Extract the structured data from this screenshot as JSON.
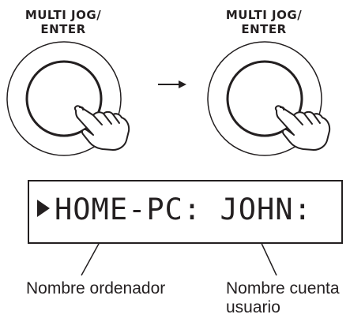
{
  "knob_left": {
    "label_line1": "MULTI JOG/",
    "label_line2": "ENTER"
  },
  "knob_right": {
    "label_line1": "MULTI JOG/",
    "label_line2": "ENTER"
  },
  "arrow_icon": "right-arrow",
  "display": {
    "cursor_icon": "right-triangle",
    "text": "HOME-PC: JOHN:"
  },
  "captions": {
    "computer_name": "Nombre ordenador",
    "user_name_line1": "Nombre cuenta",
    "user_name_line2": "usuario"
  }
}
